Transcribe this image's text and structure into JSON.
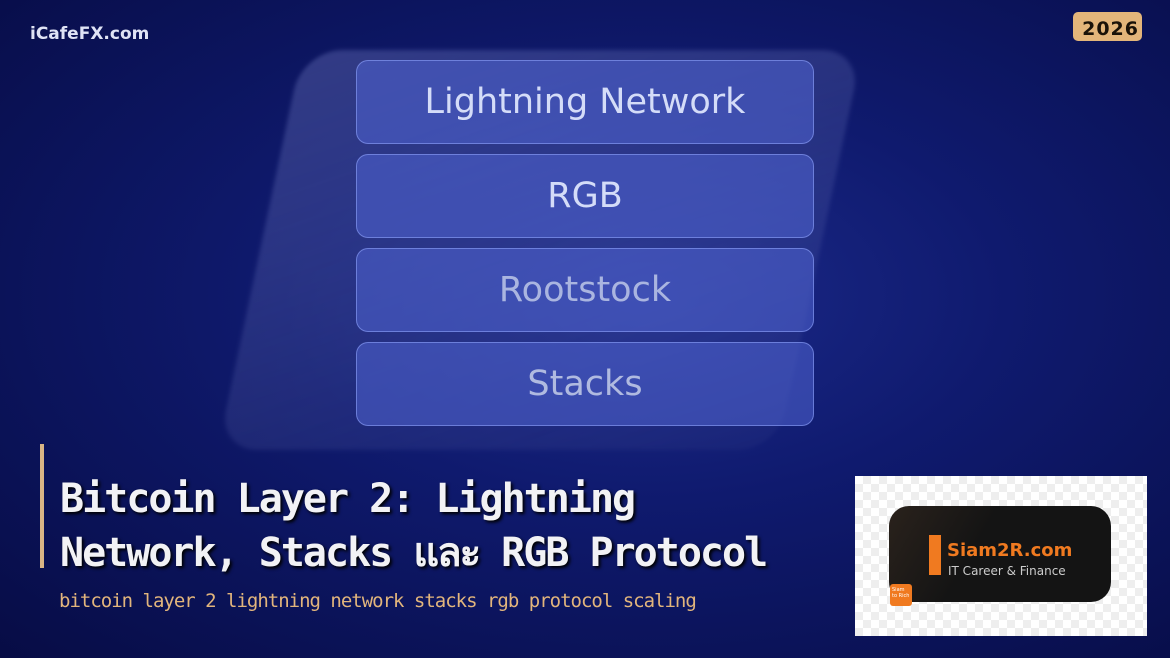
{
  "brand": "iCafeFX.com",
  "year_badge": "2026",
  "boxes": [
    "Lightning Network",
    "RGB",
    "Rootstock",
    "Stacks"
  ],
  "title_line1": "Bitcoin Layer 2: Lightning",
  "title_line2": "Network, Stacks และ RGB Protocol",
  "subtitle": "bitcoin layer 2 lightning network stacks rgb protocol scaling",
  "logo": {
    "name": "Siam2R.com",
    "tagline": "IT Career & Finance",
    "mini": "Siam to Rich"
  },
  "colors": {
    "accent": "#e2b57c",
    "brand_orange": "#f07a20",
    "background": "#0f1a6e"
  }
}
